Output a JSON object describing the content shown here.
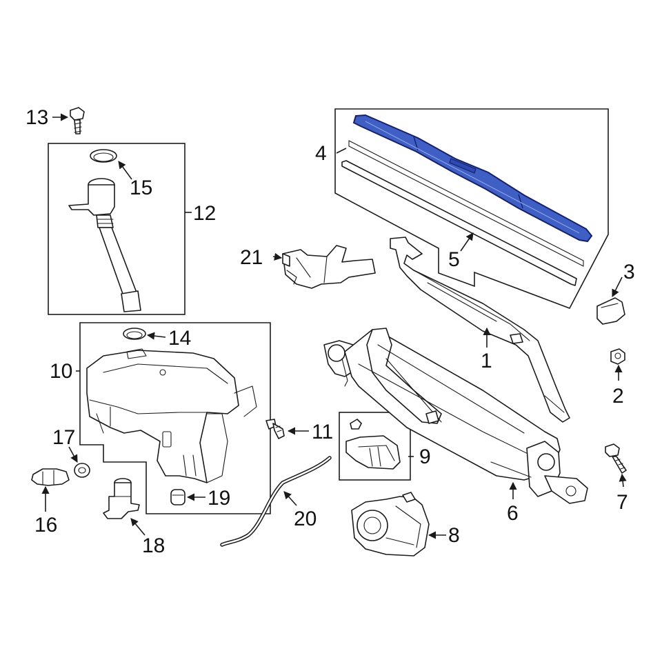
{
  "callouts": {
    "c1": "1",
    "c2": "2",
    "c3": "3",
    "c4": "4",
    "c5": "5",
    "c6": "6",
    "c7": "7",
    "c8": "8",
    "c9": "9",
    "c10": "10",
    "c11": "11",
    "c12": "12",
    "c13": "13",
    "c14": "14",
    "c15": "15",
    "c16": "16",
    "c17": "17",
    "c18": "18",
    "c19": "19",
    "c20": "20",
    "c21": "21"
  },
  "colors": {
    "highlight_part": "#3f5fc4",
    "highlight_outline": "#15206b",
    "line": "#1a1a1a",
    "background": "#ffffff"
  }
}
